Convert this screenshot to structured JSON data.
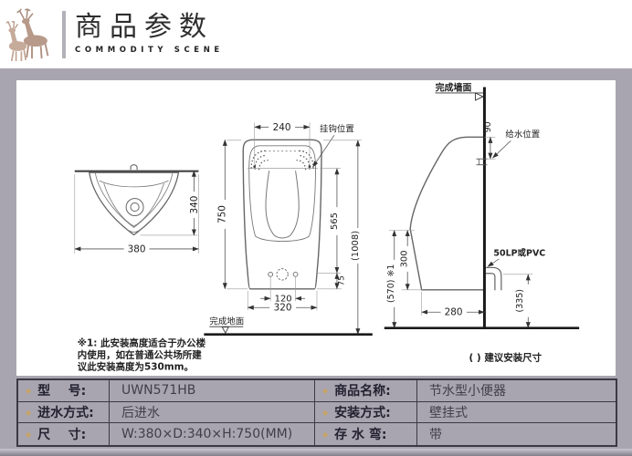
{
  "header": {
    "title": "商品参数",
    "subtitle": "COMMODITY SCENE"
  },
  "icons": {
    "bullet": "◆"
  },
  "drawing": {
    "top_view": {
      "width": "380",
      "depth": "340"
    },
    "front_view": {
      "hook_spacing": "240",
      "hook_label": "挂钩位置",
      "height": "750",
      "hook_height": "565",
      "bottom_gap": "75",
      "total_height": "(1008)",
      "drain_spacing": "120",
      "base_width": "320",
      "floor_label": "完成地面"
    },
    "side_view": {
      "wall_label": "完成墙面",
      "inlet_offset": "90",
      "inlet_label": "给水位置",
      "rim_height": "300",
      "install_height": "(570) ※1",
      "depth": "280",
      "pipe_label": "50LP或PVC",
      "drain_height": "(335)"
    },
    "footnote": {
      "line1": "※1: 此安装高度适合于办公楼",
      "line2": "内使用，如在普通公共场所建",
      "line3": "议此安装高度为530mm。"
    },
    "legend": "( ) 建议安装尺寸"
  },
  "spec_table": {
    "rows": [
      {
        "c1_label": "型    号:",
        "c1_value": "UWN571HB",
        "c2_label": "商品名称:",
        "c2_value": "节水型小便器"
      },
      {
        "c1_label": "进水方式:",
        "c1_value": "后进水",
        "c2_label": "安装方式:",
        "c2_value": "壁挂式"
      },
      {
        "c1_label": "尺    寸:",
        "c1_value": "W:380×D:340×H:750(MM)",
        "c2_label": "存 水 弯:",
        "c2_value": "带"
      }
    ]
  },
  "colors": {
    "page_background": "#a8a5b0",
    "panel_background": "#ffffff",
    "table_border": "#3b3946",
    "bullet_accent": "#c7a468",
    "line_dark": "#1a1a1a"
  }
}
